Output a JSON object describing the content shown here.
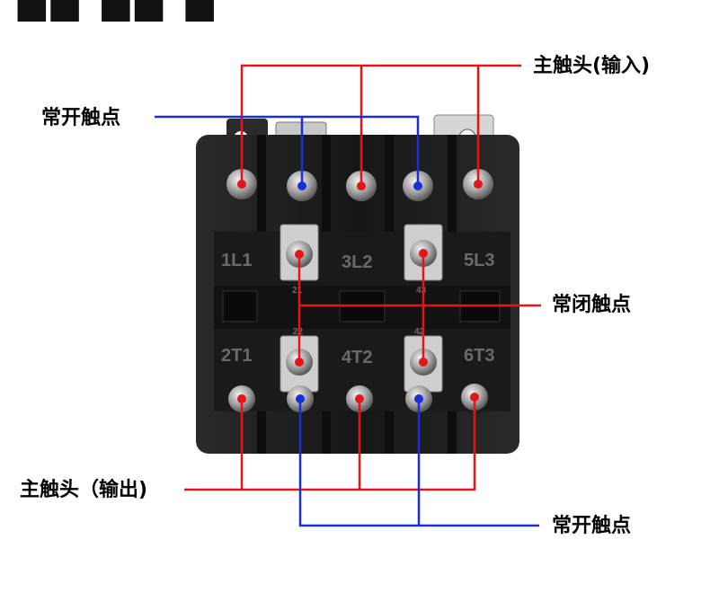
{
  "labels": {
    "main_contact_input": "主触头(输入)",
    "normally_open_top": "常开触点",
    "normally_closed": "常闭触点",
    "main_contact_output": "主触头（输出)",
    "normally_open_bottom": "常开触点"
  },
  "terminal_marks": {
    "top": [
      "1L1",
      "3L2",
      "5L3"
    ],
    "bottom": [
      "2T1",
      "4T2",
      "6T3"
    ],
    "aux_top": [
      "21",
      "43"
    ],
    "aux_bottom": [
      "22",
      "42"
    ]
  },
  "colors": {
    "red_line": "#e3151a",
    "blue_line": "#1a2fd6",
    "body": "#1c1c1c"
  }
}
